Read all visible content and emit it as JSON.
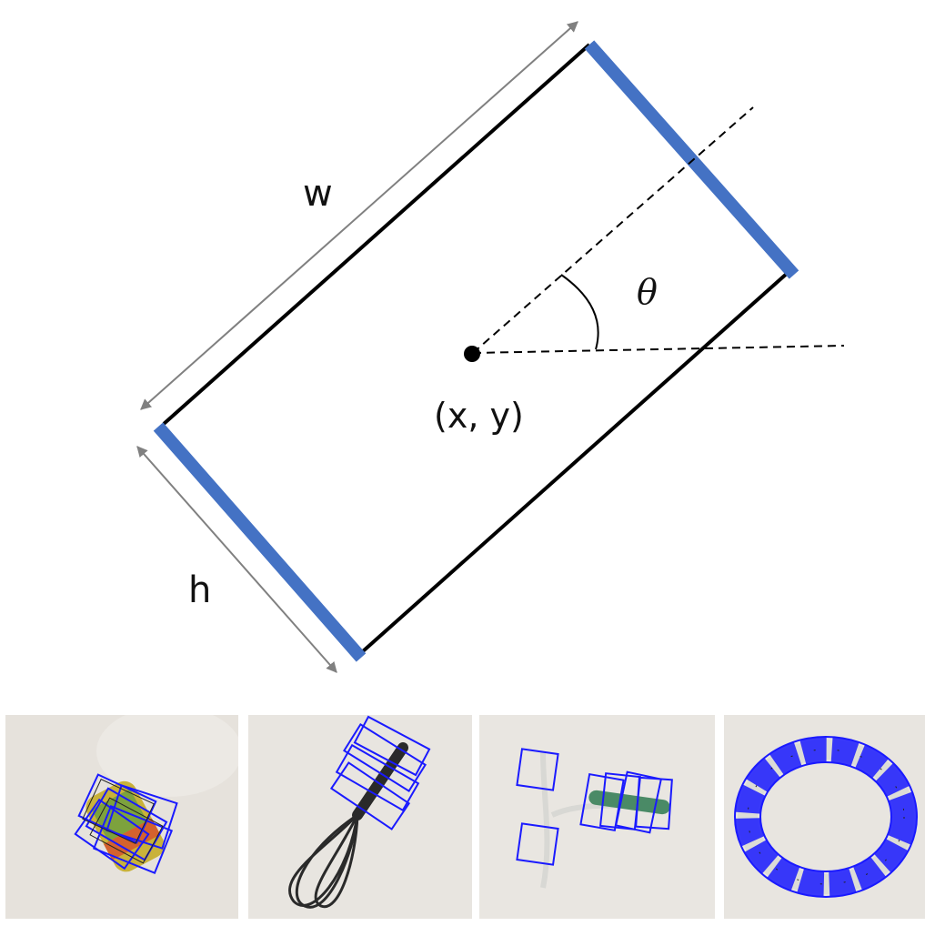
{
  "diagram": {
    "labels": {
      "width": "w",
      "height": "h",
      "angle": "θ",
      "center": "(x, y)"
    },
    "colors": {
      "gripper_plate": "#4472c4",
      "rect_edge": "#000000",
      "dimension_arrow": "#808080"
    }
  },
  "photos": [
    {
      "subject": "can",
      "colors": {
        "boxes": "#1a1aff",
        "object": "#c9b23a"
      }
    },
    {
      "subject": "whisk",
      "colors": {
        "boxes": "#1a1aff",
        "object": "#2a2a2a"
      }
    },
    {
      "subject": "cable",
      "colors": {
        "boxes": "#1a1aff",
        "object": "#4a8a66"
      }
    },
    {
      "subject": "ring",
      "colors": {
        "boxes": "#1a1aff",
        "object": "#dcdcd6"
      }
    }
  ]
}
